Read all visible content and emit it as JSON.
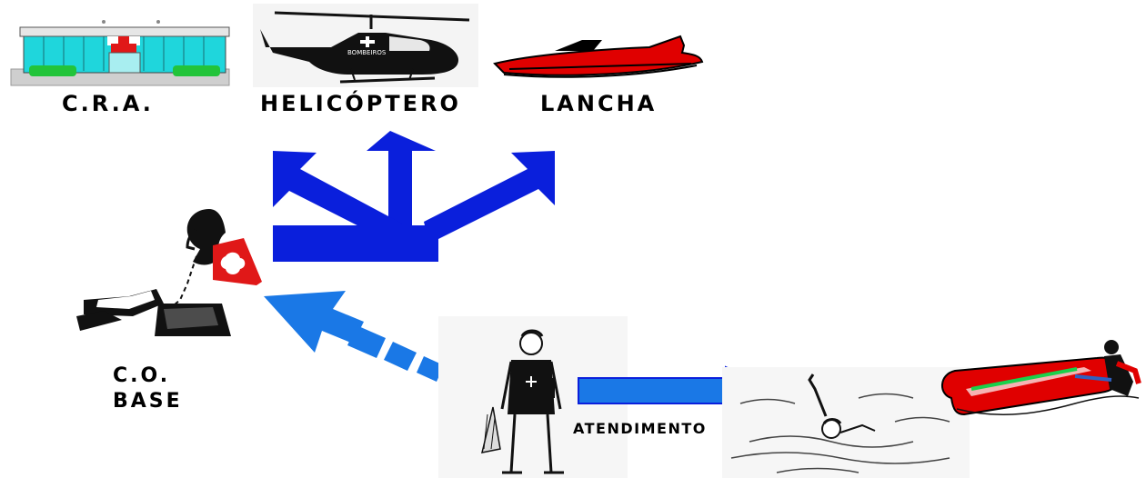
{
  "labels": {
    "cra": "C.R.A.",
    "helicoptero": "HELICÓPTERO",
    "lancha": "LANCHA",
    "co_line1": "C.O.",
    "co_line2": "BASE",
    "atendimento": "ATENDIMENTO"
  },
  "hospital_sign": "+",
  "colors": {
    "arrow_blue": "#0a1fdc",
    "arrow_light_blue": "#1a78e6",
    "hospital_cyan": "#1fd6dc",
    "hospital_green": "#22c43a",
    "cross_red": "#e01818",
    "boat_red": "#e00000"
  }
}
